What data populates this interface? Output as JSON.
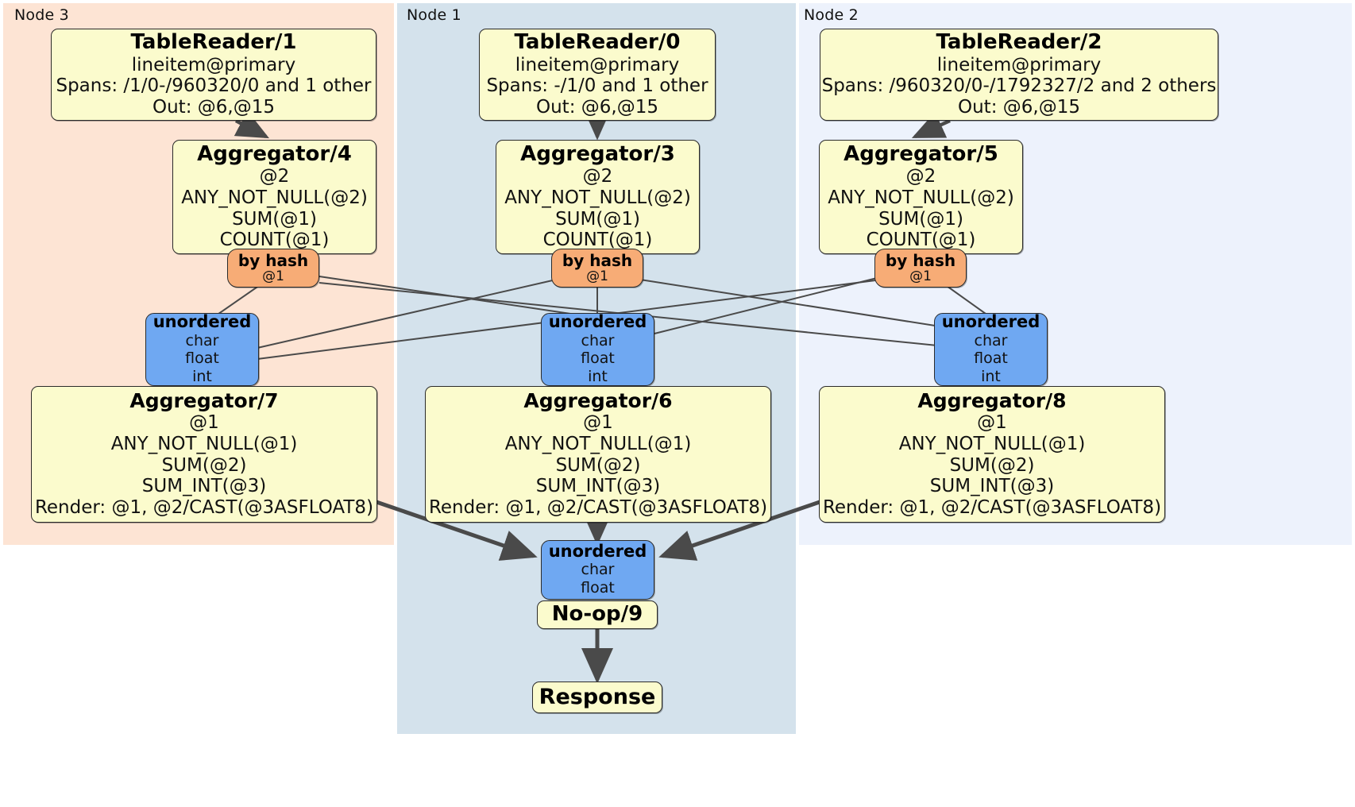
{
  "diagram": {
    "type": "distributed-query-plan",
    "panels": [
      {
        "id": "node3",
        "label": "Node 3",
        "color": "#fde4d4"
      },
      {
        "id": "node1",
        "label": "Node 1",
        "color": "#d4e2ec"
      },
      {
        "id": "node2",
        "label": "Node 2",
        "color": "#edf2fc"
      }
    ],
    "processors": {
      "tablereader_1": {
        "title": "TableReader/1",
        "lines": [
          "lineitem@primary",
          "Spans: /1/0-/960320/0 and 1 other",
          "Out: @6,@15"
        ],
        "node": "Node 3"
      },
      "tablereader_0": {
        "title": "TableReader/0",
        "lines": [
          "lineitem@primary",
          "Spans: -/1/0 and 1 other",
          "Out: @6,@15"
        ],
        "node": "Node 1"
      },
      "tablereader_2": {
        "title": "TableReader/2",
        "lines": [
          "lineitem@primary",
          "Spans: /960320/0-/1792327/2 and 2 others",
          "Out: @6,@15"
        ],
        "node": "Node 2"
      },
      "aggregator_4": {
        "title": "Aggregator/4",
        "lines": [
          "@2",
          "ANY_NOT_NULL(@2)",
          "SUM(@1)",
          "COUNT(@1)"
        ],
        "node": "Node 3"
      },
      "aggregator_3": {
        "title": "Aggregator/3",
        "lines": [
          "@2",
          "ANY_NOT_NULL(@2)",
          "SUM(@1)",
          "COUNT(@1)"
        ],
        "node": "Node 1"
      },
      "aggregator_5": {
        "title": "Aggregator/5",
        "lines": [
          "@2",
          "ANY_NOT_NULL(@2)",
          "SUM(@1)",
          "COUNT(@1)"
        ],
        "node": "Node 2"
      },
      "aggregator_7": {
        "title": "Aggregator/7",
        "lines": [
          "@1",
          "ANY_NOT_NULL(@1)",
          "SUM(@2)",
          "SUM_INT(@3)",
          "Render: @1, @2/CAST(@3ASFLOAT8)"
        ],
        "node": "Node 3"
      },
      "aggregator_6": {
        "title": "Aggregator/6",
        "lines": [
          "@1",
          "ANY_NOT_NULL(@1)",
          "SUM(@2)",
          "SUM_INT(@3)",
          "Render: @1, @2/CAST(@3ASFLOAT8)"
        ],
        "node": "Node 1"
      },
      "aggregator_8": {
        "title": "Aggregator/8",
        "lines": [
          "@1",
          "ANY_NOT_NULL(@1)",
          "SUM(@2)",
          "SUM_INT(@3)",
          "Render: @1, @2/CAST(@3ASFLOAT8)"
        ],
        "node": "Node 2"
      },
      "noop_9": {
        "title": "No-op/9",
        "lines": [],
        "node": "Node 1"
      },
      "response": {
        "title": "Response",
        "lines": [],
        "node": "Node 1"
      }
    },
    "routers": {
      "hash_left": {
        "title": "by hash",
        "lines": [
          "@1"
        ],
        "node": "Node 3"
      },
      "hash_center": {
        "title": "by hash",
        "lines": [
          "@1"
        ],
        "node": "Node 1"
      },
      "hash_right": {
        "title": "by hash",
        "lines": [
          "@1"
        ],
        "node": "Node 2"
      }
    },
    "synchronizers": {
      "unordered_left": {
        "title": "unordered",
        "lines": [
          "char",
          "float",
          "int"
        ],
        "node": "Node 3"
      },
      "unordered_center": {
        "title": "unordered",
        "lines": [
          "char",
          "float",
          "int"
        ],
        "node": "Node 1"
      },
      "unordered_right": {
        "title": "unordered",
        "lines": [
          "char",
          "float",
          "int"
        ],
        "node": "Node 2"
      },
      "unordered_final": {
        "title": "unordered",
        "lines": [
          "char",
          "float"
        ],
        "node": "Node 1"
      }
    },
    "colors": {
      "processor_fill": "#fbfbcd",
      "router_fill": "#f7ac76",
      "synchronizer_fill": "#6fa8f2",
      "border": "#2b2b2b",
      "edge_thin": "#4a4a4a",
      "edge_thick": "#4a4a4a"
    }
  }
}
